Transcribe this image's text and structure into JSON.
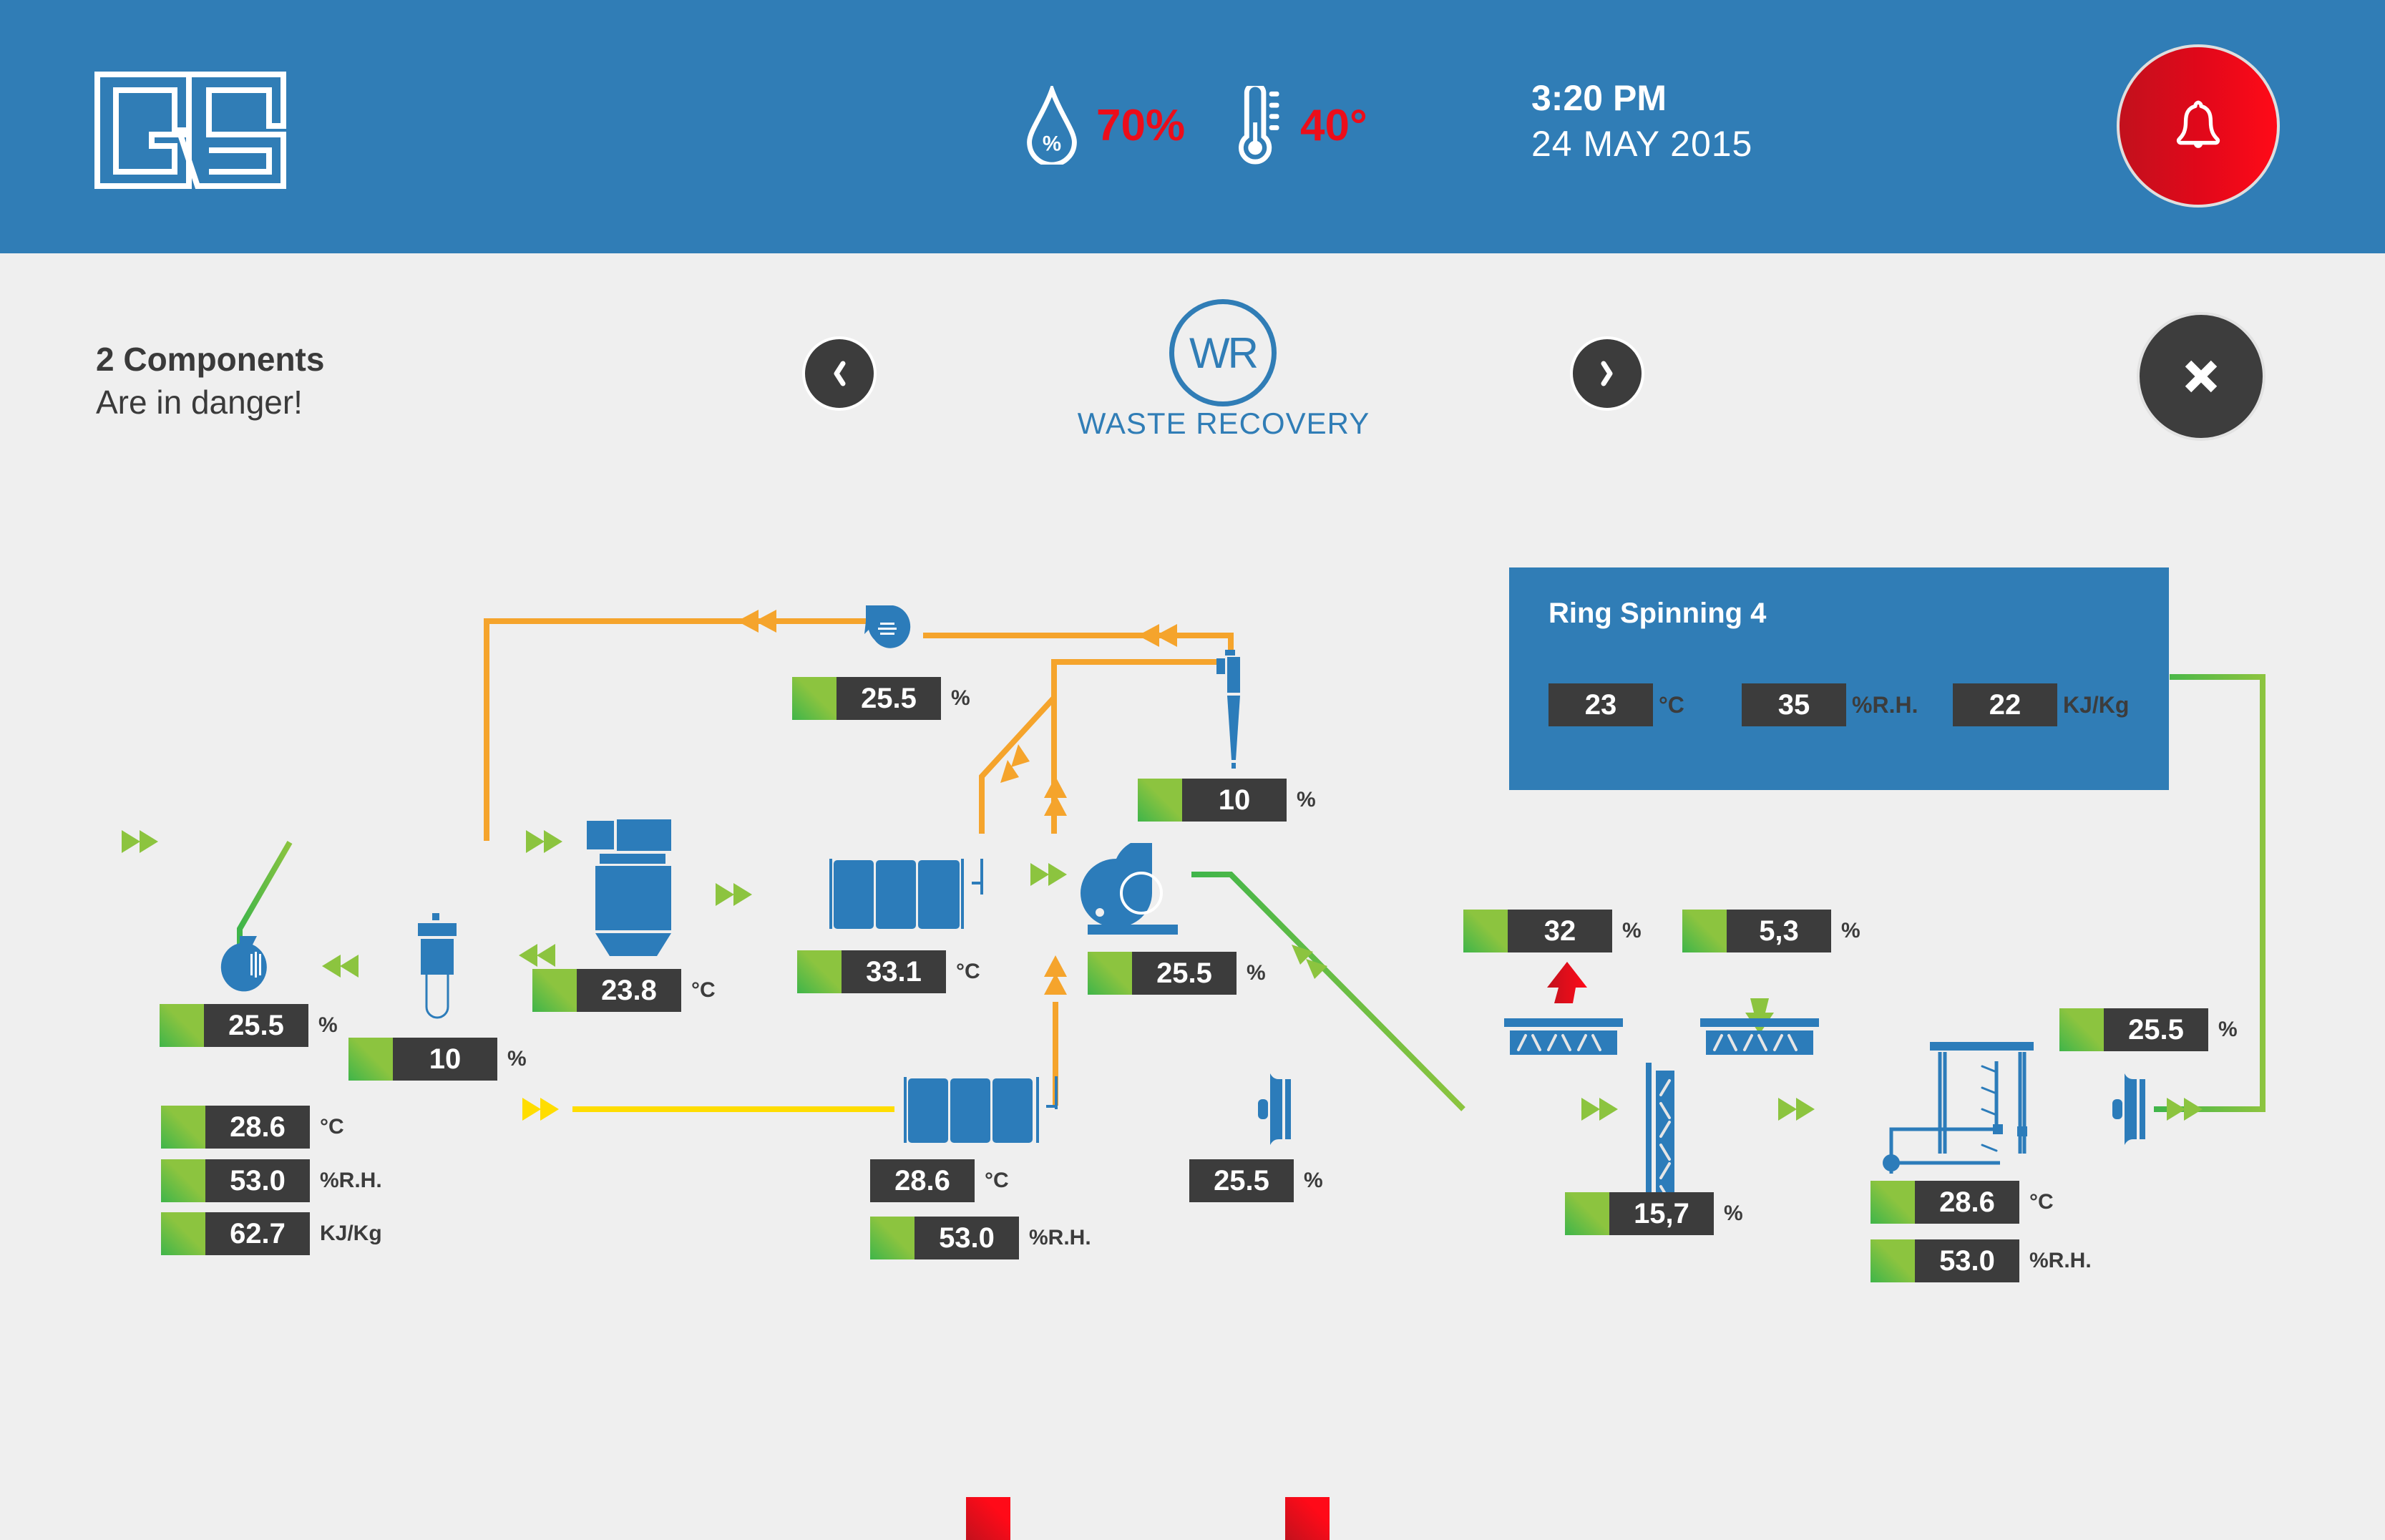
{
  "header": {
    "logo_text": "GS",
    "humidity": {
      "icon": "humidity-drop-icon",
      "value": "70%"
    },
    "temperature": {
      "icon": "thermometer-icon",
      "value": "40°"
    },
    "time": "3:20 PM",
    "date": "24 MAY 2015",
    "alarm_icon": "bell-icon"
  },
  "alert": {
    "title": "2 Components",
    "subtitle": "Are in danger!"
  },
  "section": {
    "badge": "WR",
    "title": "WASTE RECOVERY",
    "prev_icon": "chevron-left-icon",
    "next_icon": "chevron-right-icon",
    "close_icon": "close-icon"
  },
  "panel": {
    "title": "Ring Spinning 4",
    "readings": [
      {
        "value": "23",
        "unit": "°C"
      },
      {
        "value": "35",
        "unit": "%R.H."
      },
      {
        "value": "22",
        "unit": "KJ/Kg"
      }
    ]
  },
  "colors": {
    "header_blue": "#307db6",
    "equipment_blue": "#2c7cba",
    "ok_green": "#8cc43f",
    "danger_red": "#ec0d1a",
    "return_orange": "#f5a623",
    "fresh_yellow": "#ffdd00",
    "value_bg": "#3c3c3c"
  },
  "gauges": [
    {
      "id": "return-fan",
      "value": "25.5",
      "unit": "%",
      "status": "ok"
    },
    {
      "id": "cyclone",
      "value": "10",
      "unit": "%",
      "status": "ok"
    },
    {
      "id": "filter-unit",
      "value": "23.8",
      "unit": "°C",
      "status": "ok"
    },
    {
      "id": "heater-upper",
      "value": "33.1",
      "unit": "°C",
      "status": "ok"
    },
    {
      "id": "main-fan",
      "value": "25.5",
      "unit": "%",
      "status": "ok"
    },
    {
      "id": "left-fan",
      "value": "25.5",
      "unit": "%",
      "status": "ok"
    },
    {
      "id": "small-filter",
      "value": "10",
      "unit": "%",
      "status": "ok"
    },
    {
      "id": "inlet-temp",
      "value": "28.6",
      "unit": "°C",
      "status": "ok"
    },
    {
      "id": "inlet-rh",
      "value": "53.0",
      "unit": "%R.H.",
      "status": "ok"
    },
    {
      "id": "inlet-enthalpy",
      "value": "62.7",
      "unit": "KJ/Kg",
      "status": "ok"
    },
    {
      "id": "heater-lower-temp",
      "value": "28.6",
      "unit": "°C",
      "status": "danger"
    },
    {
      "id": "heater-lower-rh",
      "value": "53.0",
      "unit": "%R.H.",
      "status": "ok"
    },
    {
      "id": "axial-fan",
      "value": "25.5",
      "unit": "%",
      "status": "danger"
    },
    {
      "id": "exhaust-damper",
      "value": "32",
      "unit": "%",
      "status": "ok"
    },
    {
      "id": "fresh-damper",
      "value": "5,3",
      "unit": "%",
      "status": "ok"
    },
    {
      "id": "mixing-damper",
      "value": "15,7",
      "unit": "%",
      "status": "ok"
    },
    {
      "id": "supply-fan",
      "value": "25.5",
      "unit": "%",
      "status": "ok"
    },
    {
      "id": "washer-temp",
      "value": "28.6",
      "unit": "°C",
      "status": "ok"
    },
    {
      "id": "washer-rh",
      "value": "53.0",
      "unit": "%R.H."
    }
  ]
}
